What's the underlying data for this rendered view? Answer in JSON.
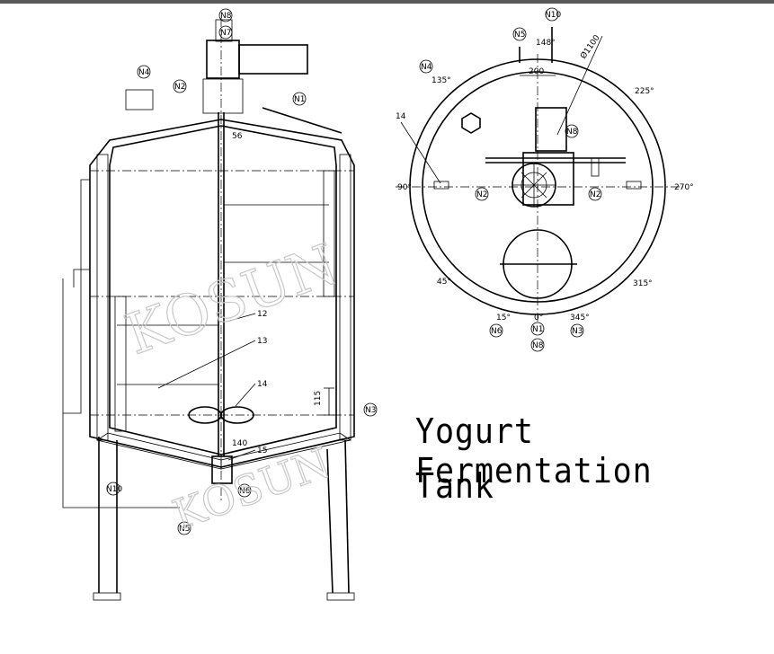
{
  "title": {
    "line1": "Yogurt Fermentation",
    "line2": "Tank"
  },
  "watermark": "KOSUN",
  "colors": {
    "line": "#000000",
    "watermark": "#c8c8c8",
    "background": "#ffffff"
  },
  "labels": {
    "n8": "N8",
    "n7": "N7",
    "n4": "N4",
    "n2": "N2",
    "n1": "N1",
    "n3": "N3",
    "n10": "N10",
    "n5": "N5",
    "n6": "N6",
    "dim_56": "56",
    "dim_115": "115",
    "dim_140": "140",
    "dim_200": "200",
    "dia_1100": "Ø1100",
    "p12": "12",
    "p13": "13",
    "p14": "14",
    "p15": "15",
    "a135": "135°",
    "a148": "148°",
    "a225": "225°",
    "a90": "90°",
    "a270": "270°",
    "a45": "45°",
    "a315": "315°",
    "a15": "15°",
    "a0": "0°",
    "a345": "345°"
  }
}
